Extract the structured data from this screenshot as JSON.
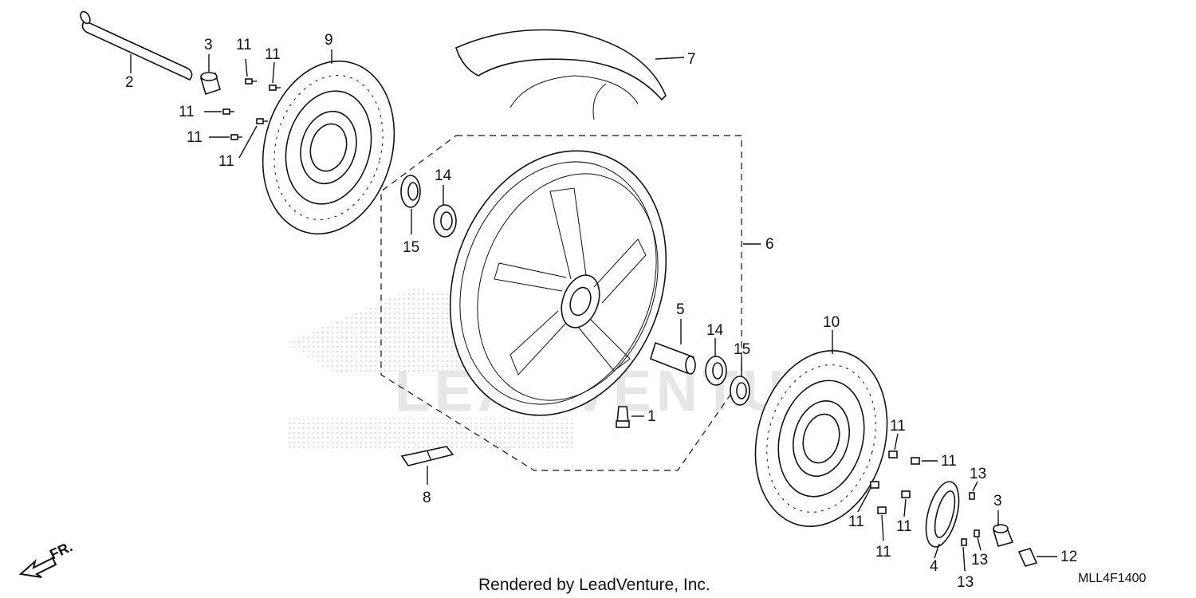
{
  "callouts": [
    {
      "id": "c1",
      "label": "1"
    },
    {
      "id": "c2",
      "label": "2"
    },
    {
      "id": "c3a",
      "label": "3"
    },
    {
      "id": "c3b",
      "label": "3"
    },
    {
      "id": "c4",
      "label": "4"
    },
    {
      "id": "c5",
      "label": "5"
    },
    {
      "id": "c6",
      "label": "6"
    },
    {
      "id": "c7",
      "label": "7"
    },
    {
      "id": "c8",
      "label": "8"
    },
    {
      "id": "c9",
      "label": "9"
    },
    {
      "id": "c10",
      "label": "10"
    },
    {
      "id": "c11a",
      "label": "11"
    },
    {
      "id": "c11b",
      "label": "11"
    },
    {
      "id": "c11c",
      "label": "11"
    },
    {
      "id": "c11d",
      "label": "11"
    },
    {
      "id": "c11e",
      "label": "11"
    },
    {
      "id": "c11f",
      "label": "11"
    },
    {
      "id": "c11g",
      "label": "11"
    },
    {
      "id": "c11h",
      "label": "11"
    },
    {
      "id": "c11i",
      "label": "11"
    },
    {
      "id": "c11j",
      "label": "11"
    },
    {
      "id": "c12",
      "label": "12"
    },
    {
      "id": "c13a",
      "label": "13"
    },
    {
      "id": "c13b",
      "label": "13"
    },
    {
      "id": "c13c",
      "label": "13"
    },
    {
      "id": "c14a",
      "label": "14"
    },
    {
      "id": "c14b",
      "label": "14"
    },
    {
      "id": "c15a",
      "label": "15"
    },
    {
      "id": "c15b",
      "label": "15"
    }
  ],
  "footer": {
    "credit": "Rendered by LeadVenture, Inc.",
    "diagram_code": "MLL4F1400"
  },
  "direction_label": "FR.",
  "watermark_text": "LEADVENTURE",
  "icons": {
    "front_arrow": "front-direction-arrow-icon",
    "brand_watermark": "honda-wing-watermark"
  }
}
